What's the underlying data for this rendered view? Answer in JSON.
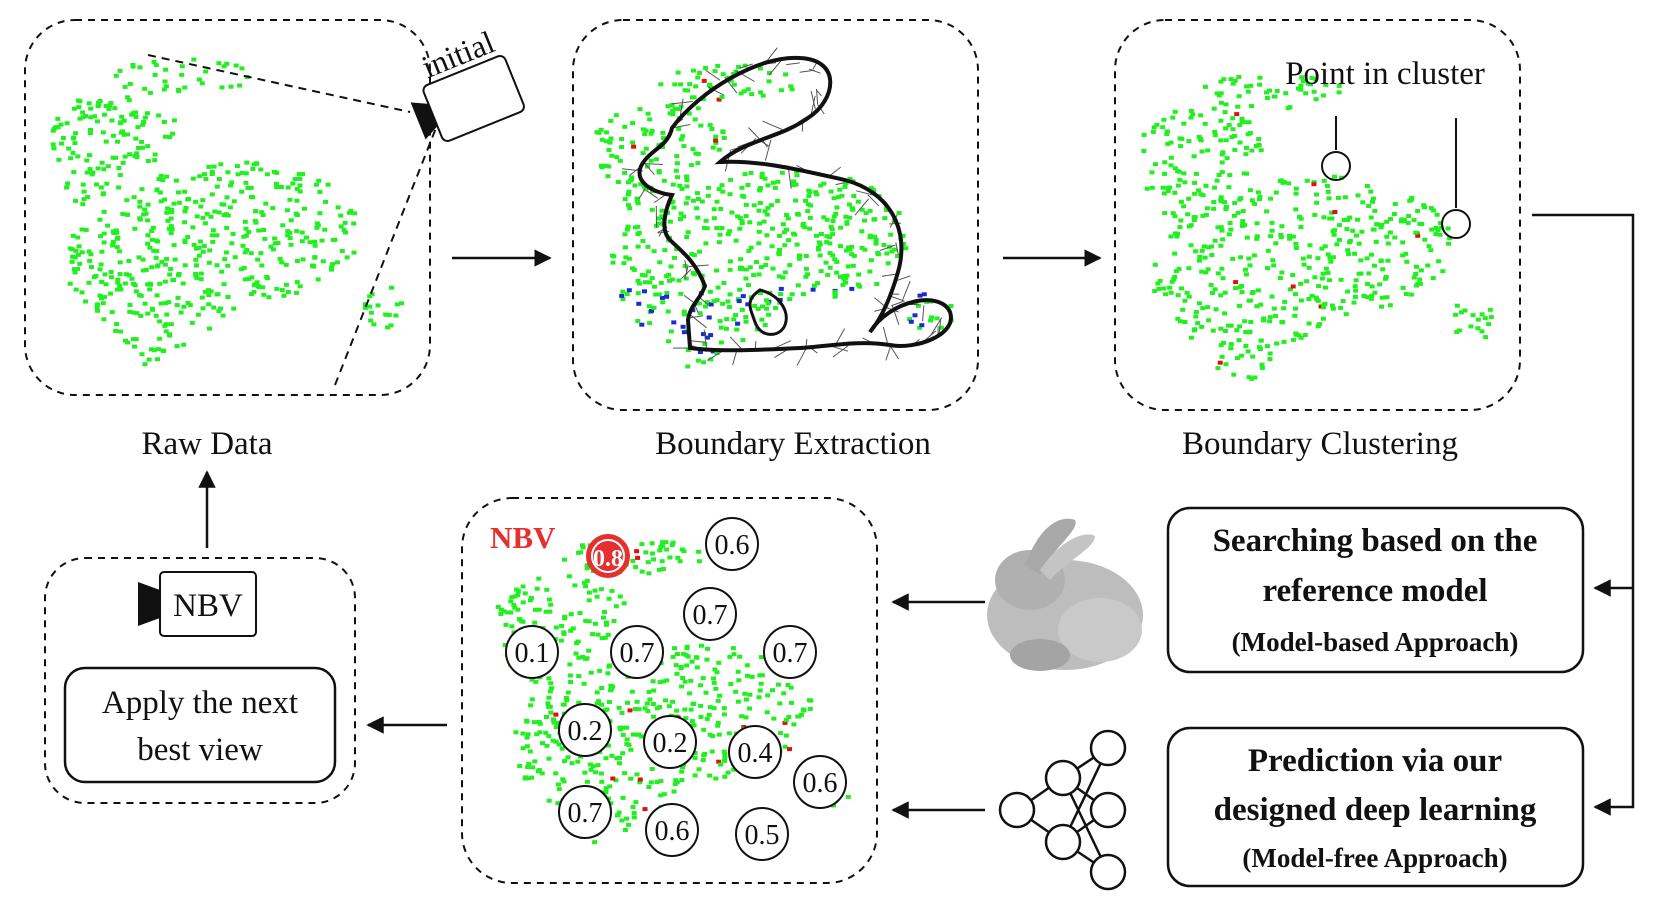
{
  "panels": {
    "raw": {
      "caption": "Raw Data",
      "camera_label": "initial"
    },
    "extraction": {
      "caption": "Boundary Extraction"
    },
    "clustering": {
      "caption": "Boundary Clustering",
      "callout": "Point in cluster"
    },
    "nbv_scores": {
      "nbv_label": "NBV",
      "scores": [
        "0.8",
        "0.6",
        "0.7",
        "0.1",
        "0.7",
        "0.7",
        "0.2",
        "0.2",
        "0.4",
        "0.6",
        "0.7",
        "0.6",
        "0.5"
      ]
    },
    "apply": {
      "camera_label": "NBV",
      "box_line1": "Apply the next",
      "box_line2": "best view"
    }
  },
  "approaches": {
    "model_based": {
      "line1": "Searching based on the",
      "line2": "reference model",
      "line3": "(Model-based Approach)"
    },
    "model_free": {
      "line1": "Prediction via our",
      "line2": "designed deep learning",
      "line3": "(Model-free Approach)"
    }
  },
  "colors": {
    "point_green": "#22ee22",
    "boundary_red": "#e01010",
    "boundary_blue": "#1a2bd0",
    "nbv_red": "#e53030"
  },
  "icons": [
    "camera-icon",
    "bunny-model-icon",
    "neural-network-icon"
  ]
}
